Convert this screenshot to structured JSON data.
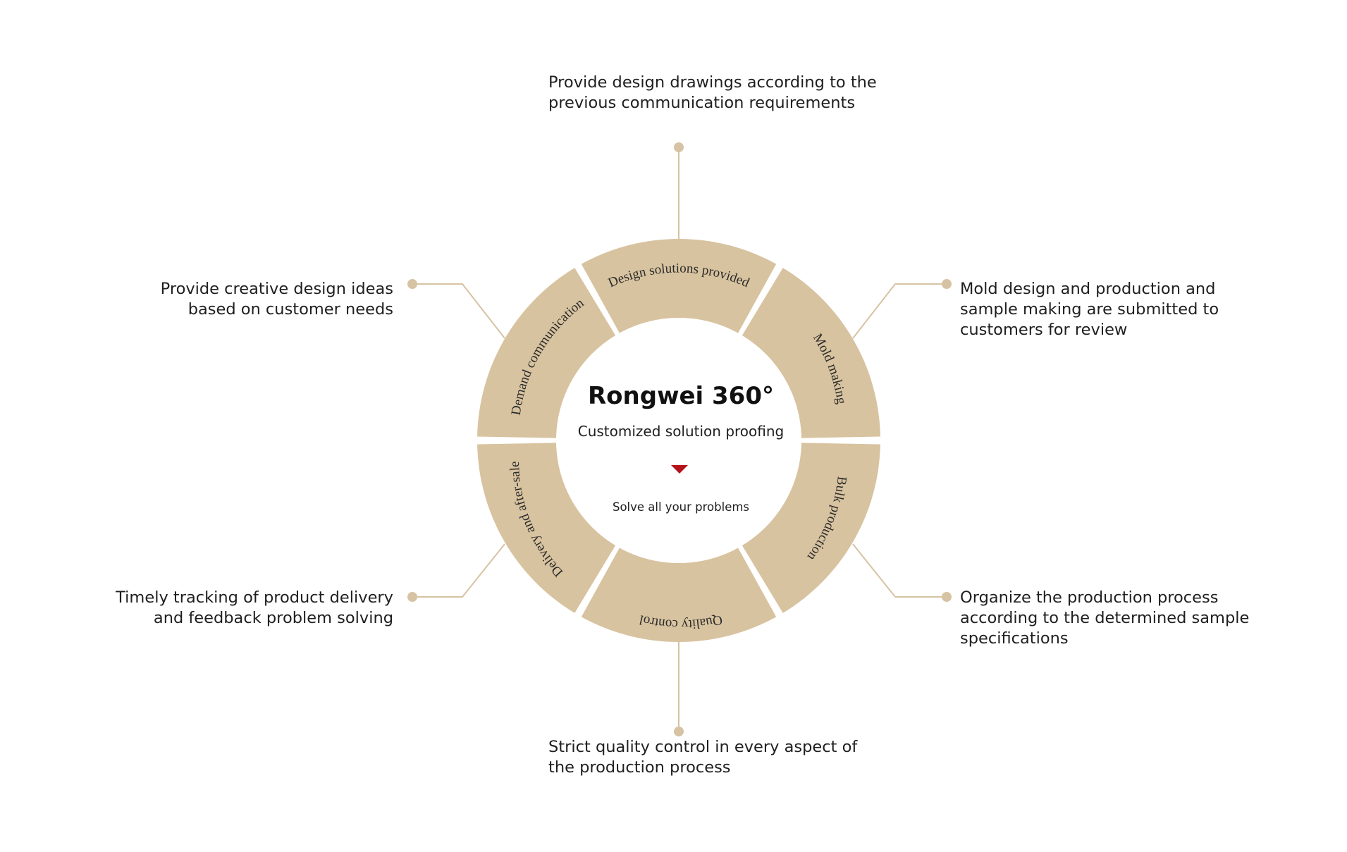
{
  "center": {
    "title": "Rongwei 360°",
    "subtitle": "Customized solution proofing",
    "tagline": "Solve all your problems"
  },
  "segments": [
    {
      "id": "design",
      "label": "Design solutions provided",
      "description": "Provide design drawings according to the previous communication requirements"
    },
    {
      "id": "mold",
      "label": "Mold making",
      "description": "Mold design and production and sample making are submitted to customers for review"
    },
    {
      "id": "bulk",
      "label": "Bulk production",
      "description": "Organize the production process according to the determined sample specifications"
    },
    {
      "id": "quality",
      "label": "Quality control",
      "description": "Strict quality control in every aspect of the production process"
    },
    {
      "id": "delivery",
      "label": "Delivery and after-sales",
      "description": "Timely tracking of product delivery and feedback problem solving"
    },
    {
      "id": "demand",
      "label": "Demand communication",
      "description": "Provide creative design ideas based on customer needs"
    }
  ],
  "colors": {
    "ring": "#d8c3a0",
    "connector": "#d6c3a3",
    "dot": "#d6c3a3",
    "arrow": "#b5121b",
    "text": "#1f1f1f"
  }
}
